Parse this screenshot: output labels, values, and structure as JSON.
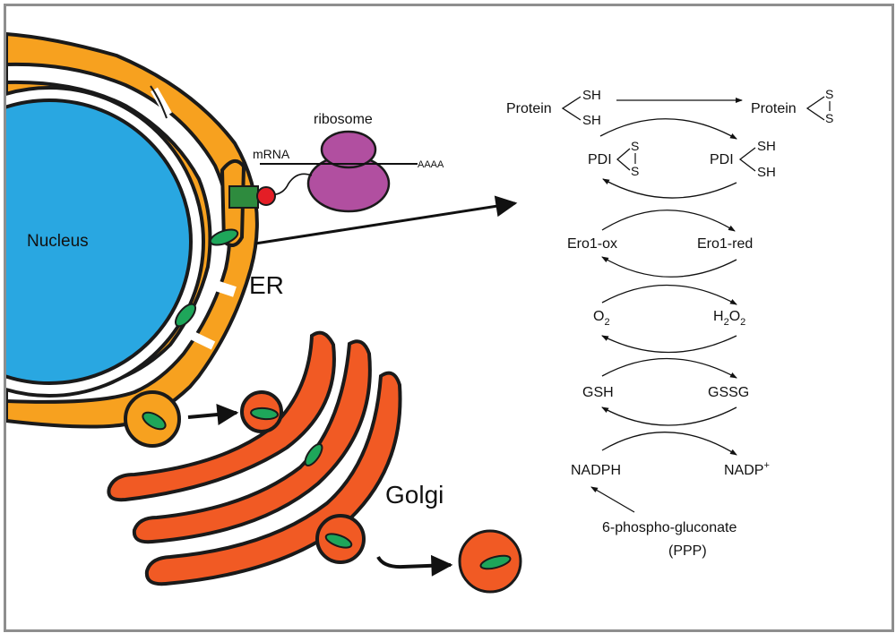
{
  "colors": {
    "nucleus": "#29a7e1",
    "er": "#f7a11f",
    "golgi": "#f15a24",
    "vesicle_cargo": "#1ea65a",
    "ribosome": "#b14fa0",
    "translocon": "#2e8b3e",
    "peptide_start": "#e41e26",
    "frame": "#8e8e8e"
  },
  "labels": {
    "nucleus": "Nucleus",
    "er": "ER",
    "golgi": "Golgi",
    "ribosome": "ribosome",
    "mrna": "mRNA",
    "polya": "AAAA"
  },
  "pathway": {
    "protein_left": "Protein",
    "protein_right": "Protein",
    "sh": "SH",
    "s": "S",
    "pdi_left": "PDI",
    "pdi_right": "PDI",
    "ero1_ox": "Ero1-ox",
    "ero1_red": "Ero1-red",
    "o2": "O",
    "o2_sub": "2",
    "h2o2_h": "H",
    "h2o2_sub1": "2",
    "h2o2_o": "O",
    "h2o2_sub2": "2",
    "gsh": "GSH",
    "gssg": "GSSG",
    "nadph": "NADPH",
    "nadp": "NADP",
    "nadp_sup": "+",
    "source_line1": "6-phospho-gluconate",
    "source_line2": "(PPP)"
  }
}
